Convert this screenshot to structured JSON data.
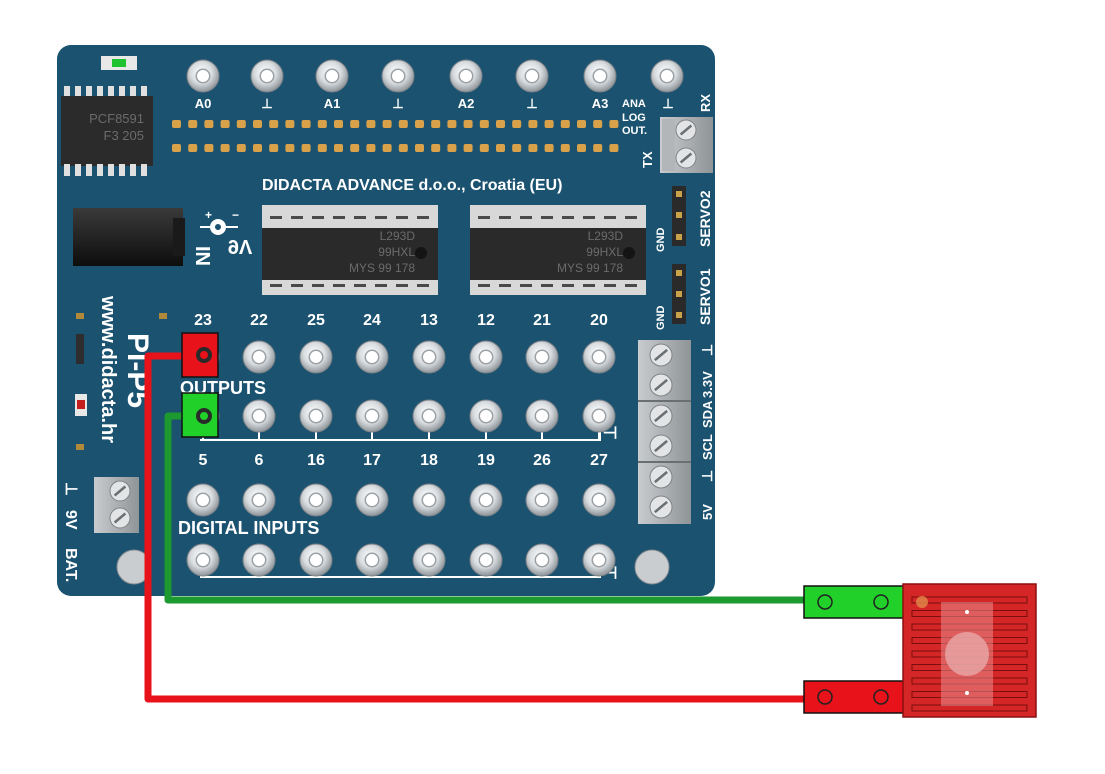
{
  "board": {
    "adc_chip": {
      "line1": "PCF8591",
      "line2": "F3 205"
    },
    "maker": "DIDACTA  ADVANCE d.o.o., Croatia (EU)",
    "motor_chips": [
      {
        "line1": "L293D",
        "line2": "99HXL",
        "line3": "MYS  99 178"
      },
      {
        "line1": "L293D",
        "line2": "99HXL",
        "line3": "MYS  99 178"
      }
    ],
    "power_in": {
      "in": "IN",
      "volt": "9V",
      "plus": "+",
      "minus": "−"
    },
    "website": "www.didacta.hr",
    "name": "PI-P5",
    "analog_labels": [
      "A0",
      "⊥",
      "A1",
      "⊥",
      "A2",
      "⊥",
      "A3",
      "⊥"
    ],
    "analog_out": {
      "ana": "ANA",
      "log": "LOG",
      "out": "OUT.",
      "rx": "RX",
      "tx": "TX"
    },
    "servo": {
      "servo2": "SERVO2",
      "servo1": "SERVO1",
      "gnd": "GND"
    },
    "output_numbers": [
      "23",
      "22",
      "25",
      "24",
      "13",
      "12",
      "21",
      "20"
    ],
    "outputs_title": "OUTPUTS",
    "input_numbers": [
      "5",
      "6",
      "16",
      "17",
      "18",
      "19",
      "26",
      "27"
    ],
    "digital_inputs_title": "DIGITAL INPUTS",
    "ground_symbol": "⊥",
    "right_terminals": {
      "gnd": "⊥",
      "v33": "3.3V",
      "sda": "SDA",
      "scl": "SCL",
      "gnd2": "⊥",
      "v5": "5V"
    },
    "battery": {
      "gnd": "⊥",
      "volt": "9V",
      "bat": "BAT."
    }
  },
  "colors": {
    "board": "#1a5270",
    "wire_red": "#e8121a",
    "wire_green": "#1c9a2f",
    "sensor": "#d42626"
  }
}
